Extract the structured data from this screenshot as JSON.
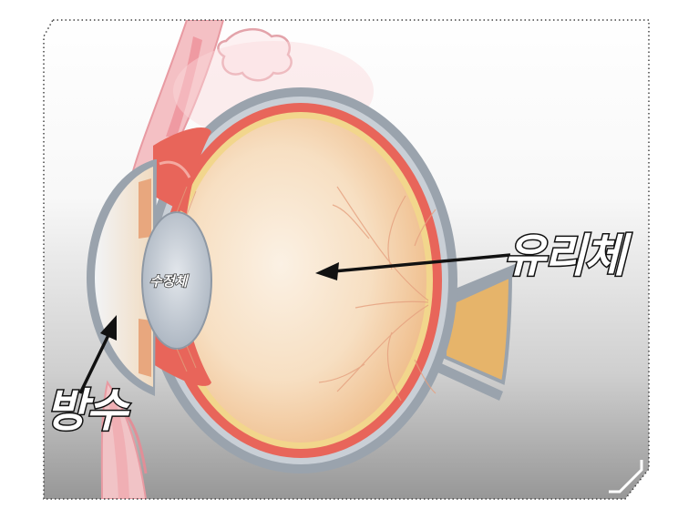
{
  "diagram": {
    "labels": {
      "vitreous": "유리체",
      "aqueous": "방수",
      "lens": "수정체"
    },
    "colors": {
      "sclera": "#9aa3ad",
      "choroid": "#e8655a",
      "retina": "#f2d68c",
      "vitreous_fill": "#f6d9b8",
      "lens_fill": "#c3ccd6",
      "eyelid": "#f4bcc0",
      "optic_nerve": "#e6b46a"
    }
  }
}
